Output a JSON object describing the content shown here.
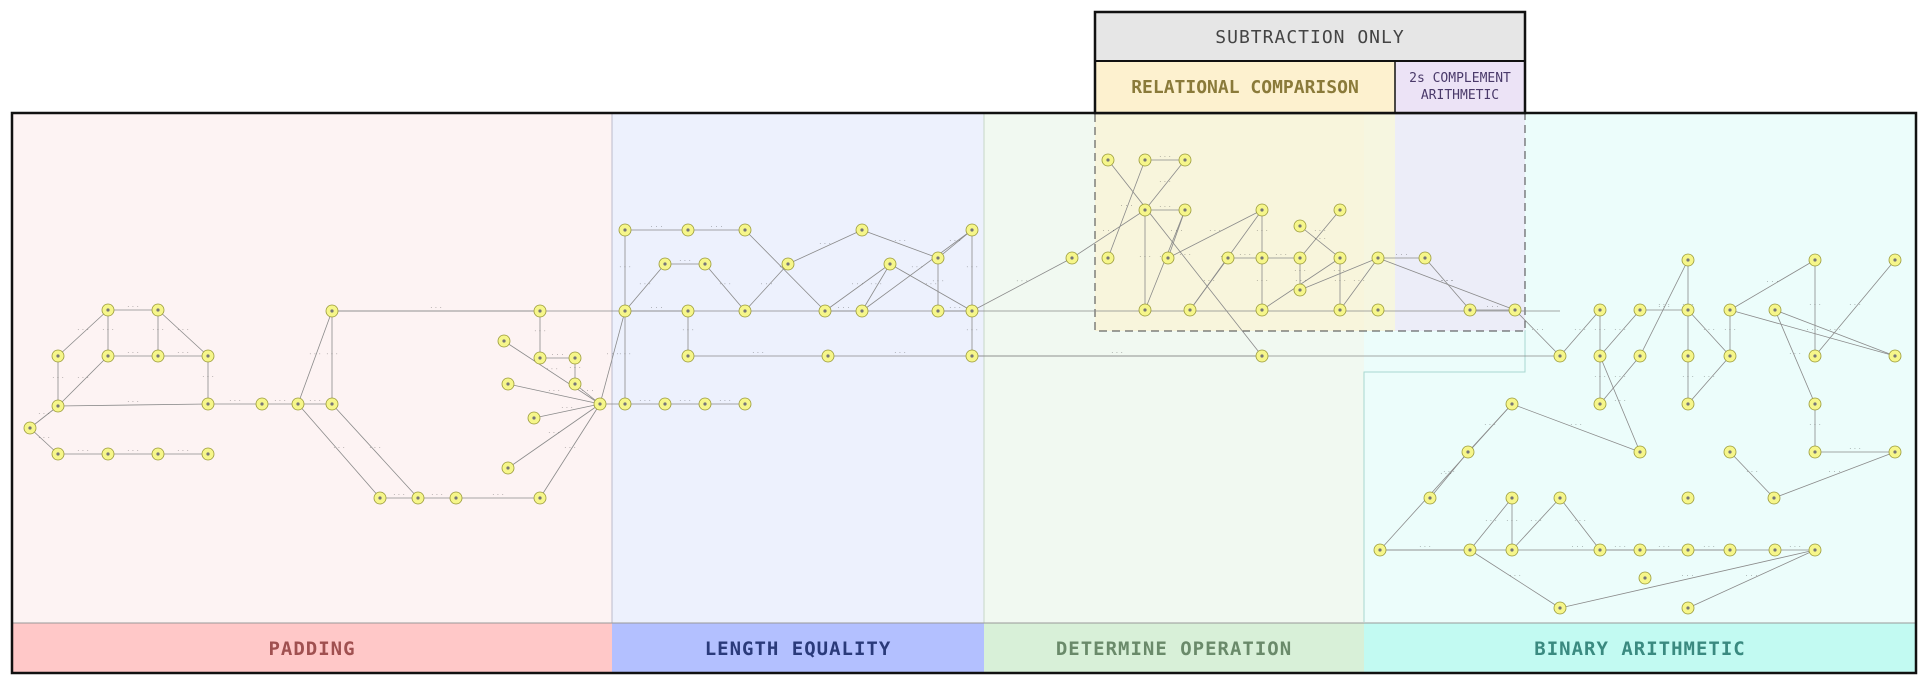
{
  "overlay": {
    "top_label": "SUBTRACTION ONLY",
    "left_label": "RELATIONAL COMPARISON",
    "right_label_line1": "2s COMPLEMENT",
    "right_label_line2": "ARITHMETIC"
  },
  "sections": [
    {
      "id": "padding",
      "label": "PADDING",
      "fill": "#fdf3f3",
      "bar": "#ffc8c8",
      "text": "#a05050"
    },
    {
      "id": "length-equality",
      "label": "LENGTH EQUALITY",
      "fill": "#edf1fd",
      "bar": "#b3c0ff",
      "text": "#2a3a7a"
    },
    {
      "id": "determine-operation",
      "label": "DETERMINE OPERATION",
      "fill": "#f1f9f1",
      "bar": "#d8f0d8",
      "text": "#6a8a6a"
    },
    {
      "id": "binary-arithmetic",
      "label": "BINARY ARITHMETIC",
      "fill": "#ecfdfb",
      "bar": "#c2faf2",
      "text": "#3a8a80"
    }
  ],
  "colors": {
    "outline": "#111111",
    "overlay_top": "#e6e6e6",
    "relational": "#fdf1cf",
    "relational_text": "#8a7a3a",
    "complement": "#ece3f6",
    "complement_text": "#4a3a6a",
    "state_fill": "#f6f68a",
    "state_stroke": "#9a9a3a",
    "edge": "#888888"
  }
}
